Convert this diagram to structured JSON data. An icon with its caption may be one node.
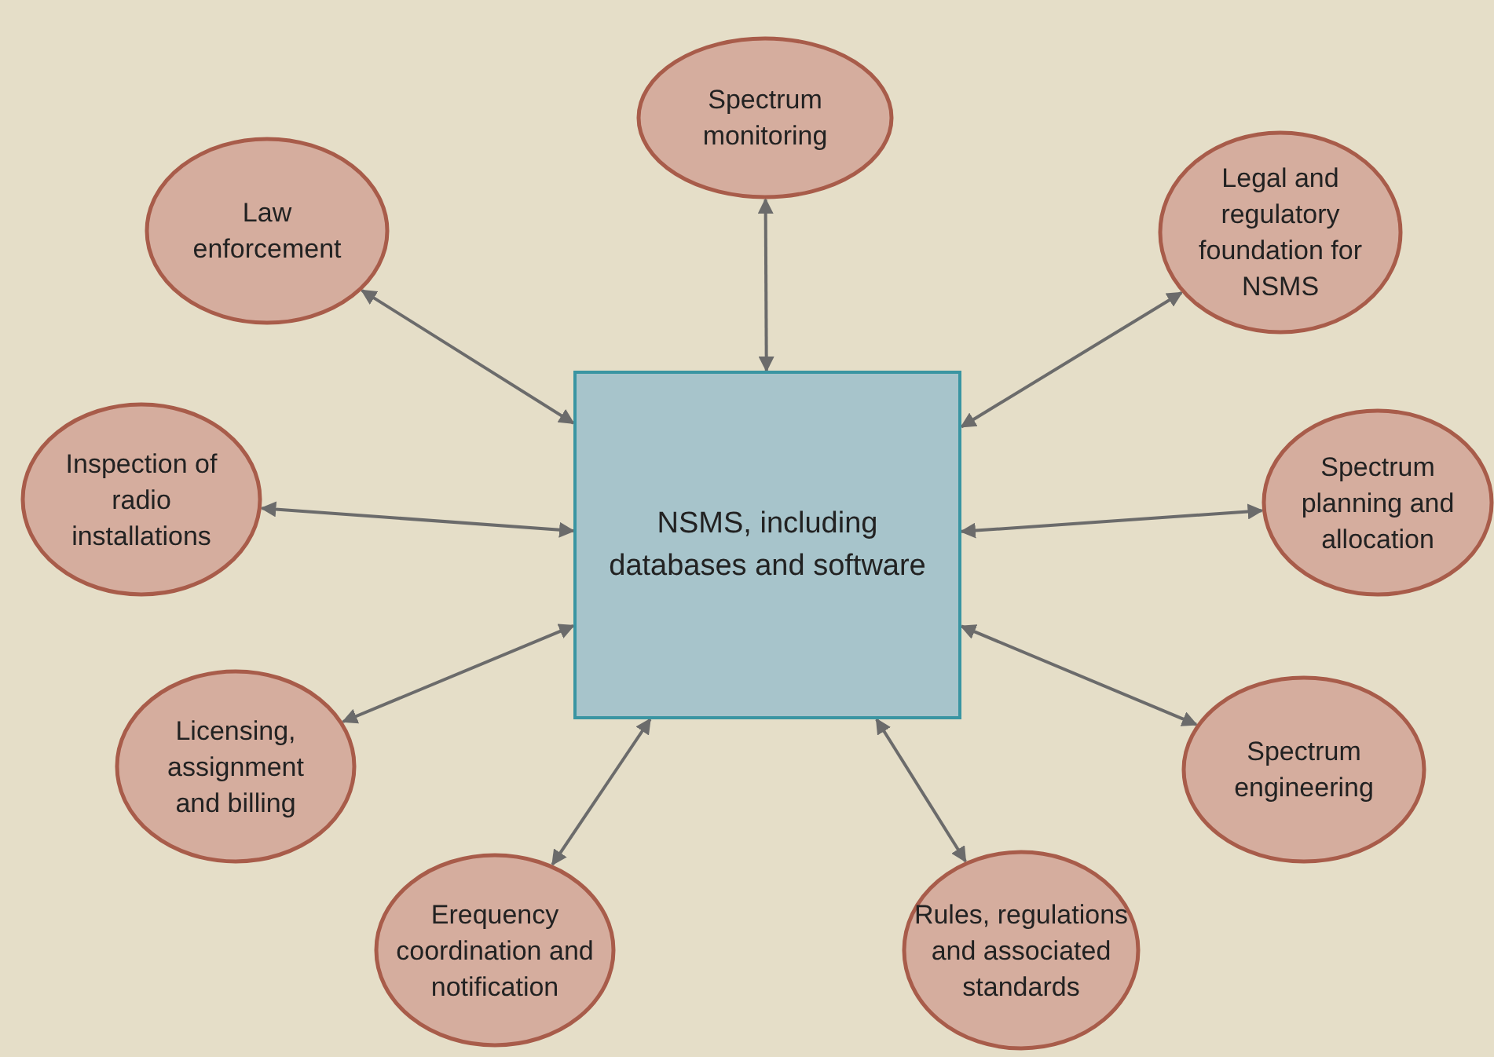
{
  "diagram": {
    "nodes": [
      {
        "text": [
          "NSMS, including databases and software"
        ]
      },
      {
        "text": [
          "Spectrum monitoring"
        ]
      },
      {
        "text": [
          "Legal and regulatory foundation for NSMS"
        ]
      },
      {
        "text": [
          "Spectrum planning and allocation"
        ]
      },
      {
        "text": [
          "Spectrum engineering"
        ]
      },
      {
        "text": [
          "Rules, regulations and associated standards"
        ]
      },
      {
        "text": [
          "Erequency coordination and notification"
        ]
      },
      {
        "text": [
          "Licensing, assignment and billing"
        ]
      },
      {
        "text": [
          "Inspection of radio installations"
        ]
      },
      {
        "text": [
          "Law enforcement"
        ]
      }
    ],
    "edges": [
      {
        "from": 0,
        "to": 1,
        "arrow": "both"
      },
      {
        "from": 0,
        "to": 2,
        "arrow": "both"
      },
      {
        "from": 0,
        "to": 3,
        "arrow": "both"
      },
      {
        "from": 0,
        "to": 4,
        "arrow": "both"
      },
      {
        "from": 0,
        "to": 5,
        "arrow": "both"
      },
      {
        "from": 0,
        "to": 6,
        "arrow": "both"
      },
      {
        "from": 0,
        "to": 7,
        "arrow": "both"
      },
      {
        "from": 0,
        "to": 8,
        "arrow": "both"
      },
      {
        "from": 0,
        "to": 9,
        "arrow": "both"
      }
    ]
  }
}
